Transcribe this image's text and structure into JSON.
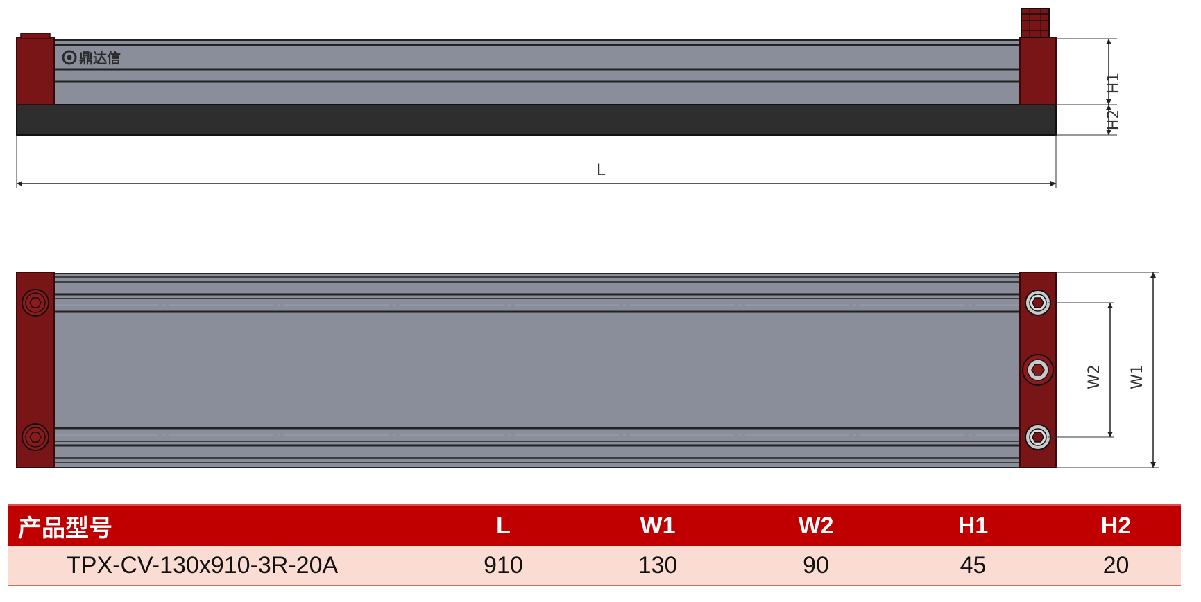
{
  "brand": {
    "name": "鼎达信",
    "logo_icon": "brand-logo-icon"
  },
  "dimension_labels": {
    "length": "L",
    "height_1": "H1",
    "height_2": "H2",
    "width_1": "W1",
    "width_2": "W2"
  },
  "colors": {
    "end_cap": "#7a1517",
    "body": "#8a8e9b",
    "base": "#2e2e2e",
    "table_header": "#c00000",
    "table_row": "#fbdcd3"
  },
  "spec_table": {
    "headers": [
      "产品型号",
      "L",
      "W1",
      "W2",
      "H1",
      "H2"
    ],
    "rows": [
      [
        "TPX-CV-130x910-3R-20A",
        "910",
        "130",
        "90",
        "45",
        "20"
      ]
    ]
  }
}
